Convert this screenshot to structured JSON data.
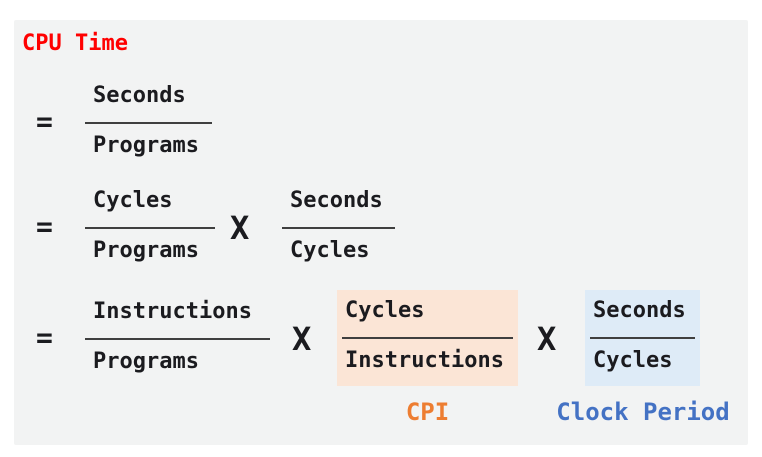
{
  "title": "CPU Time",
  "rows": {
    "row1": {
      "equals": "=",
      "fraction1": {
        "numerator": "Seconds",
        "denominator": "Programs"
      }
    },
    "row2": {
      "equals": "=",
      "fraction1": {
        "numerator": "Cycles",
        "denominator": "Programs"
      },
      "multiply": "X",
      "fraction2": {
        "numerator": "Seconds",
        "denominator": "Cycles"
      }
    },
    "row3": {
      "equals": "=",
      "fraction1": {
        "numerator": "Instructions",
        "denominator": "Programs"
      },
      "multiply1": "X",
      "fraction2": {
        "numerator": "Cycles",
        "denominator": "Instructions",
        "label": "CPI"
      },
      "multiply2": "X",
      "fraction3": {
        "numerator": "Seconds",
        "denominator": "Cycles",
        "label": "Clock Period"
      }
    }
  },
  "colors": {
    "title_color": "#FF0000",
    "formula_text": "#1b1b1f",
    "fraction_line": "#3f3f3f",
    "panel_background": "#F2F3F3",
    "cpi_highlight": "#FBE5D6",
    "cpi_label": "#ED7D31",
    "clock_highlight": "#DEEBF7",
    "clock_label": "#4472C4"
  }
}
